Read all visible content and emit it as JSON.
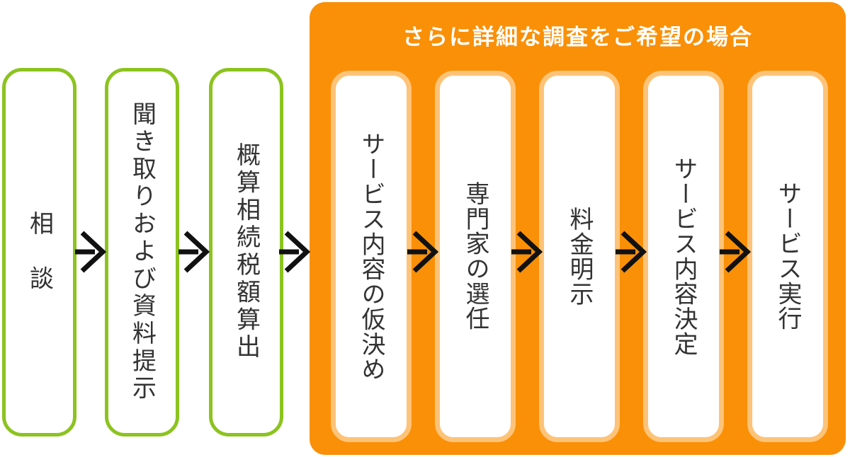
{
  "diagram": {
    "title_panel": "さらに詳細な調査をご希望の場合",
    "colors": {
      "green_border": "#8CC31F",
      "orange_panel": "#FA9007",
      "light_orange_border": "#FDC378",
      "arrow": "#111111",
      "text": "#333333",
      "title_text": "#ffffff",
      "background": "#ffffff"
    }
  },
  "steps": [
    {
      "id": "consultation",
      "label": "相　談",
      "group": "basic"
    },
    {
      "id": "hearing-and-documents",
      "label": "聞き取りおよび資料提示",
      "group": "basic"
    },
    {
      "id": "estimate-inheritance-tax",
      "label": "概算相続税額算出",
      "group": "basic"
    },
    {
      "id": "tentative-service-decision",
      "label": "サービス内容の仮決め",
      "group": "detailed"
    },
    {
      "id": "expert-selection",
      "label": "専門家の選任",
      "group": "detailed"
    },
    {
      "id": "fee-disclosure",
      "label": "料金明示",
      "group": "detailed"
    },
    {
      "id": "service-decision",
      "label": "サービス内容決定",
      "group": "detailed"
    },
    {
      "id": "service-execution",
      "label": "サービス実行",
      "group": "detailed"
    }
  ],
  "arrow_icon": {
    "glyph": "chevron-right-arrow"
  }
}
